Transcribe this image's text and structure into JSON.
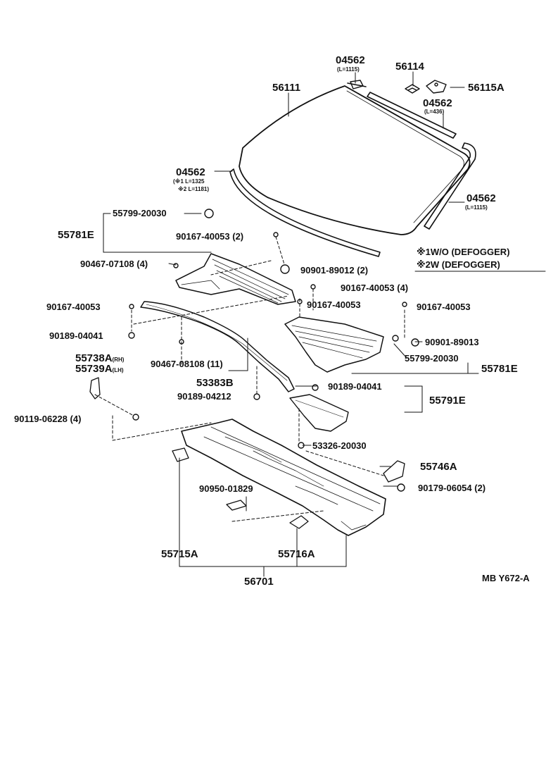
{
  "labels": {
    "p04562_top": "04562",
    "p04562_top_len": "(L=1115)",
    "p56114": "56114",
    "p56111": "56111",
    "p56115A": "56115A",
    "p04562_mid": "04562",
    "p04562_mid_len": "(L=436)",
    "p04562_left": "04562",
    "p04562_left_len1": "(※1  L=1325",
    "p04562_left_len2": "※2  L=1181)",
    "p04562_right": "04562",
    "p04562_right_len": "(L=1115)",
    "p55799_20030_a": "55799-20030",
    "p55781E_a": "55781E",
    "p90167_40053_2": "90167-40053 (2)",
    "p90467_07108": "90467-07108 (4)",
    "p90901_89012": "90901-89012 (2)",
    "p90167_40053_4": "90167-40053 (4)",
    "p90167_40053_l": "90167-40053",
    "p90167_40053_m": "90167-40053",
    "p90167_40053_r": "90167-40053",
    "p90189_04041_a": "90189-04041",
    "p90901_89013": "90901-89013",
    "p55738A": "55738A",
    "p55738A_sfx": "(RH)",
    "p55739A": "55739A",
    "p55739A_sfx": "(LH)",
    "p90467_08108": "90467-08108 (11)",
    "p55799_20030_b": "55799-20030",
    "p55781E_b": "55781E",
    "p53383B": "53383B",
    "p90189_04212": "90189-04212",
    "p90189_04041_b": "90189-04041",
    "p55791E": "55791E",
    "p90119_06228": "90119-06228 (4)",
    "p53326_20030": "53326-20030",
    "p55746A": "55746A",
    "p90179_06054": "90179-06054 (2)",
    "p90950_01829": "90950-01829",
    "p55715A": "55715A",
    "p55716A": "55716A",
    "p56701": "56701",
    "catalog_code": "MB Y672-A"
  },
  "legend": {
    "note1": "※1W/O (DEFOGGER)",
    "note2": "※2W  (DEFOGGER)"
  },
  "colors": {
    "ink": "#111111",
    "paper": "#ffffff"
  }
}
